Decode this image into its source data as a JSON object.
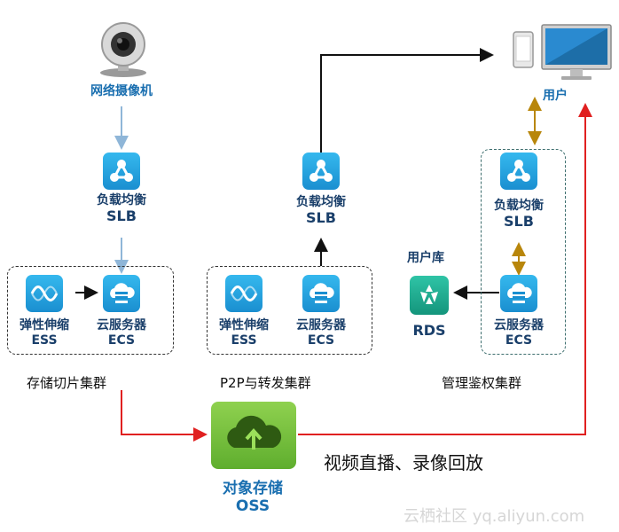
{
  "camera": {
    "label": "网络摄像机",
    "icon": "webcam-icon"
  },
  "user": {
    "label": "用户",
    "icon": "phone-monitor-icon"
  },
  "slb": {
    "line1": "负载均衡",
    "line2": "SLB",
    "icon": "load-balancer-icon"
  },
  "ess": {
    "line1": "弹性伸缩",
    "line2": "ESS",
    "icon": "auto-scaling-icon"
  },
  "ecs": {
    "line1": "云服务器",
    "line2": "ECS",
    "icon": "cloud-server-icon"
  },
  "rds": {
    "title": "用户库",
    "label": "RDS",
    "icon": "database-icon"
  },
  "oss": {
    "line1": "对象存储",
    "line2": "OSS",
    "icon": "object-storage-icon"
  },
  "clusters": {
    "storage": "存储切片集群",
    "p2p": "P2P与转发集群",
    "auth": "管理鉴权集群"
  },
  "annotation": "视频直播、录像回放",
  "watermark": "云栖社区 yq.aliyun.com",
  "colors": {
    "tile_blue": "#1a8fd0",
    "label_blue": "#1a6fb0",
    "red_path": "#e02020",
    "gold_arrow": "#b8860b",
    "rds_green": "#1aa38b",
    "oss_green": "#5fae2e"
  }
}
